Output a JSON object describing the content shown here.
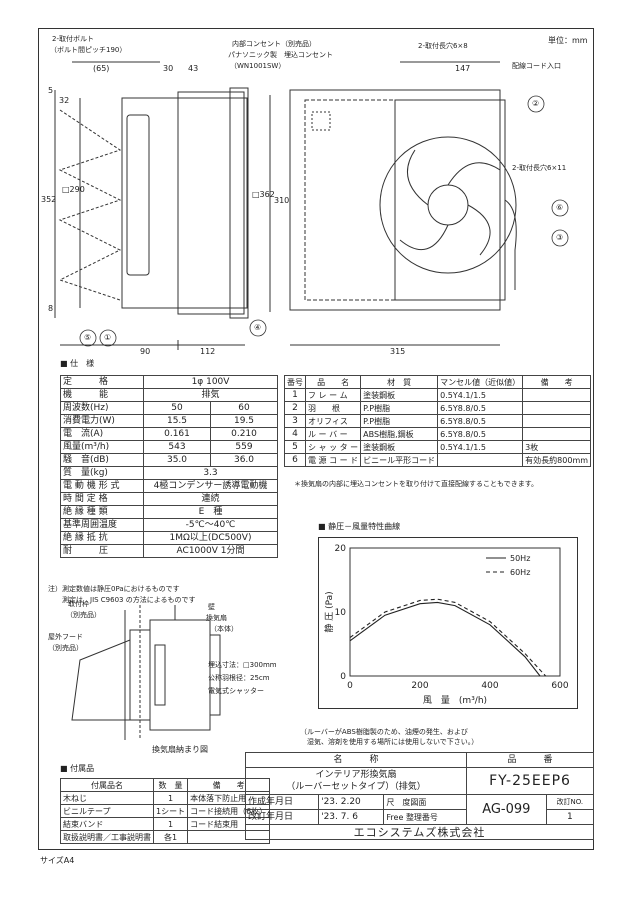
{
  "unit": "単位：mm",
  "size": "サイズA4",
  "drawing": {
    "bolt_label_1": "2-取付ボルト",
    "bolt_label_2": "（ボルト間ピッチ190）",
    "outlet_label_1": "内部コンセント（別売品）",
    "outlet_label_2": "パナソニック製　埋込コンセント",
    "outlet_label_3": "（WN1001SW）",
    "hole_label_1": "2-取付長穴6×8",
    "hole_label_2": "2-取付長穴6×11",
    "cord_label": "配線コード入口",
    "dim_65": "(65)",
    "dim_30": "30",
    "dim_43": "43",
    "dim_32": "32",
    "dim_5": "5",
    "dim_8": "8",
    "dim_352": "352",
    "dim_290": "□290",
    "dim_362": "□362",
    "dim_310": "310",
    "dim_147": "147",
    "dim_90": "90",
    "dim_112": "112",
    "dim_315": "315",
    "callouts": [
      "①",
      "②",
      "③",
      "④",
      "⑤",
      "⑥"
    ]
  },
  "spec": {
    "section_title": "仕　様",
    "rows": [
      [
        "定　　　格",
        "1φ 100V",
        ""
      ],
      [
        "機　　　能",
        "排気",
        ""
      ],
      [
        "周波数(Hz)",
        "50",
        "60"
      ],
      [
        "消費電力(W)",
        "15.5",
        "19.5"
      ],
      [
        "電　流(A)",
        "0.161",
        "0.210"
      ],
      [
        "風量(m³/h)",
        "543",
        "559"
      ],
      [
        "騒　音(dB)",
        "35.0",
        "36.0"
      ],
      [
        "質　量(kg)",
        "3.3",
        ""
      ],
      [
        "電 動 機 形 式",
        "4極コンデンサー誘導電動機",
        ""
      ],
      [
        "時 間 定 格",
        "連続",
        ""
      ],
      [
        "絶 縁 種 類",
        "E　種",
        ""
      ],
      [
        "基準周囲温度",
        "-5℃～40℃",
        ""
      ],
      [
        "絶 縁 抵 抗",
        "1MΩ以上(DC500V)",
        ""
      ],
      [
        "耐　　　圧",
        "AC1000V 1分間",
        ""
      ]
    ],
    "notes": [
      "注）測定数値は静圧0Paにおけるものです",
      "　　測定は　JIS C9603 の方法によるものです"
    ]
  },
  "parts": {
    "headers": [
      "番号",
      "品　　名",
      "材　質",
      "マンセル値（近似値）",
      "備　　考"
    ],
    "rows": [
      [
        "1",
        "フ レ ー ム",
        "塗装鋼板",
        "0.5Y4.1/1.5",
        ""
      ],
      [
        "2",
        "羽　　根",
        "P.P樹脂",
        "6.5Y8.8/0.5",
        ""
      ],
      [
        "3",
        "オリフィス",
        "P.P樹脂",
        "6.5Y8.8/0.5",
        ""
      ],
      [
        "4",
        "ル ー バ ー",
        "ABS樹脂,鋼板",
        "6.5Y8.8/0.5",
        ""
      ],
      [
        "5",
        "シ ャ ッ タ ー",
        "塗装鋼板",
        "0.5Y4.1/1.5",
        "3枚"
      ],
      [
        "6",
        "電 源 コ ー ド",
        "ビニール平形コード",
        "",
        "有効長約800mm"
      ]
    ],
    "note": "＊換気扇の内部に埋込コンセントを取り付けて直接配線することもできます。"
  },
  "chart_title": "静圧－風量特性曲線",
  "chart_data": {
    "type": "line",
    "title": "静圧－風量特性曲線",
    "xlabel": "風　量　(m³/h)",
    "ylabel": "静 圧 (Pa)",
    "xlim": [
      0,
      600
    ],
    "ylim": [
      0,
      20
    ],
    "xticks": [
      0,
      200,
      400,
      600
    ],
    "yticks": [
      0,
      10,
      20
    ],
    "legend": "top-right",
    "series": [
      {
        "name": "50Hz",
        "style": "solid",
        "x": [
          0,
          100,
          200,
          250,
          300,
          400,
          500,
          543
        ],
        "y": [
          5.5,
          9.5,
          11.3,
          11.5,
          11.0,
          8.0,
          3.0,
          0
        ]
      },
      {
        "name": "60Hz",
        "style": "dashed",
        "x": [
          0,
          100,
          200,
          250,
          300,
          400,
          500,
          559
        ],
        "y": [
          6.0,
          10.0,
          11.8,
          12.0,
          11.5,
          8.5,
          3.5,
          0
        ]
      }
    ]
  },
  "install": {
    "frame_label_1": "取付枠",
    "frame_label_2": "（別売品）",
    "wall_label": "壁",
    "fan_label_1": "換気扇",
    "fan_label_2": "（本体）",
    "hood_label_1": "屋外フード",
    "hood_label_2": "（別売品）",
    "dims_1": "埋込寸法：□300mm",
    "dims_2": "公称羽根径：25cm",
    "dims_3": "電気式シャッター",
    "caption": "換気扇納まり図"
  },
  "accessories": {
    "section_title": "付属品",
    "headers": [
      "付属品名",
      "数　量",
      "備　　考"
    ],
    "rows": [
      [
        "木ねじ",
        "1",
        "本体落下防止用"
      ],
      [
        "ビニルテープ",
        "1シート",
        "コード接続用（6枚）"
      ],
      [
        "結束バンド",
        "1",
        "コード結束用"
      ],
      [
        "取扱説明書／工事説明書",
        "各1",
        ""
      ]
    ]
  },
  "titleblock": {
    "notice_1": "（ルーバーがABS樹脂製のため、油煙の発生、および",
    "notice_2": "　湿気、溶剤を使用する場所には使用しないで下さい。）",
    "name_header": "名　　　称",
    "part_header": "品　　　番",
    "name_1": "インテリア形換気扇",
    "name_2": "（ルーバーセットタイプ）（排気）",
    "part_number": "FY-25EEP6",
    "created_label": "作成年月日",
    "created_date": "'23. 2.20",
    "scale_label": "尺　度",
    "scale_value": "図面",
    "revised_label": "改訂年月日",
    "revised_date": "'23. 7. 6",
    "scale_free": "Free",
    "doc_no_label": "整理番号",
    "doc_no": "AG-099",
    "rev_label": "改訂NO.",
    "rev_value": "1",
    "company": "エコシステムズ株式会社"
  }
}
